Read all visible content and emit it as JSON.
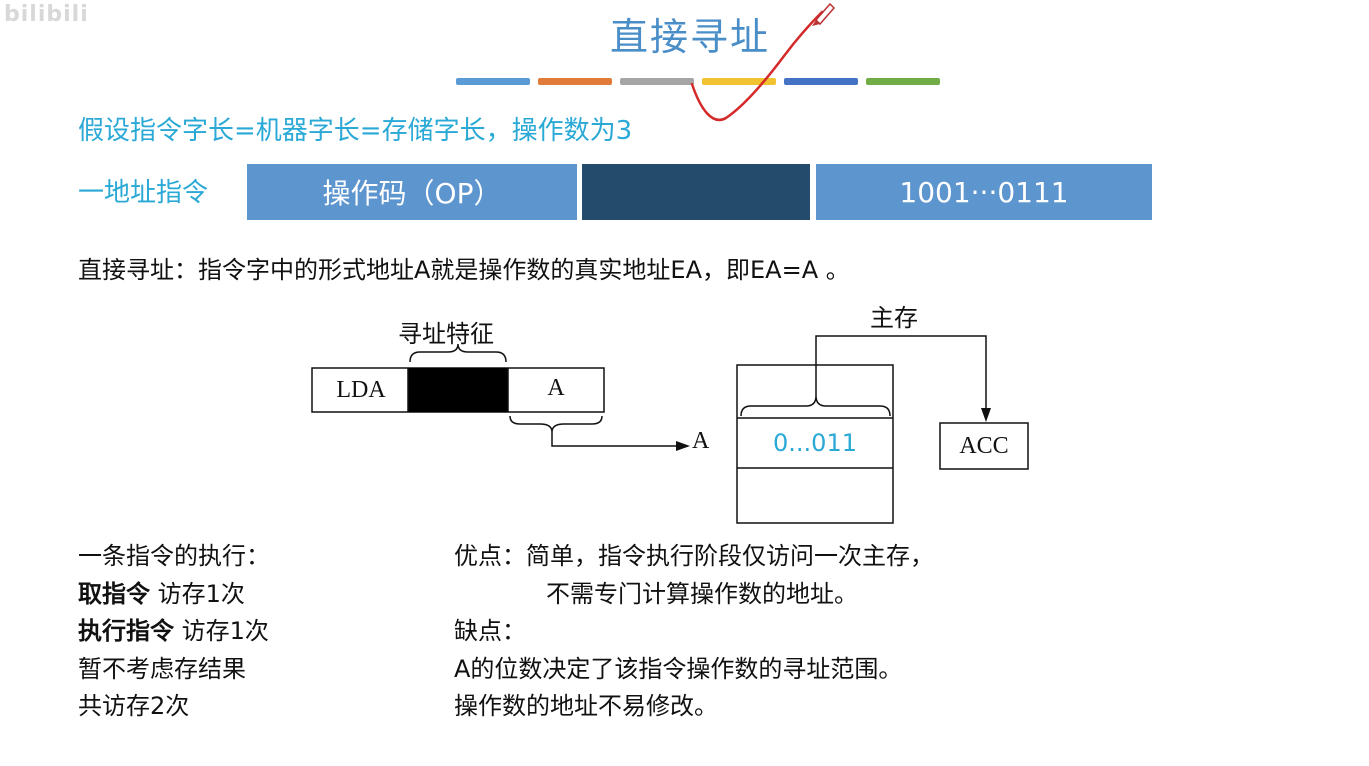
{
  "watermark": "bilibili",
  "title": "直接寻址",
  "stripes": [
    "#5b9bd5",
    "#e07b39",
    "#a5a5a5",
    "#f1c232",
    "#4472c4",
    "#70ad47"
  ],
  "assumption": "假设指令字长=机器字长=存储字长，操作数为3",
  "format": {
    "label": "一地址指令",
    "opcode": "操作码（OP）",
    "middle": "",
    "address": "1001···0111"
  },
  "definition": "直接寻址：指令字中的形式地址A就是操作数的真实地址EA，即EA=A 。",
  "diagram": {
    "feature_label": "寻址特征",
    "memory_label": "主存",
    "instr_op": "LDA",
    "instr_addr": "A",
    "arrow_target": "A",
    "memory_cell": "0...011",
    "acc": "ACC"
  },
  "execution": {
    "line1": "一条指令的执行：",
    "line2_bold": "取指令",
    "line2_rest": " 访存1次",
    "line3_bold": "执行指令",
    "line3_rest": " 访存1次",
    "line4": "暂不考虑存结果",
    "line5": "共访存2次"
  },
  "evaluation": {
    "pros_line1": "优点：简单，指令执行阶段仅访问一次主存，",
    "pros_line2": "不需专门计算操作数的地址。",
    "cons_title": "缺点：",
    "cons_line1": "A的位数决定了该指令操作数的寻址范围。",
    "cons_line2": "操作数的地址不易修改。"
  }
}
